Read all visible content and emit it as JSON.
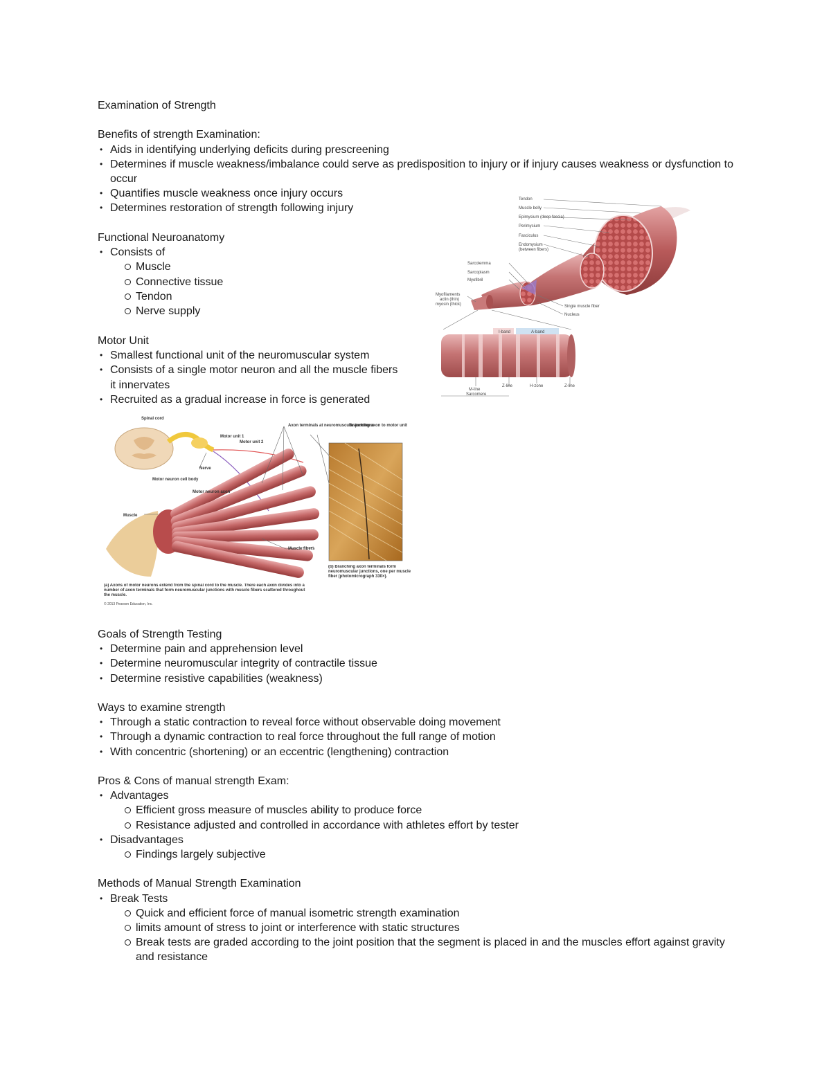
{
  "title": "Examination of Strength",
  "benefits": {
    "heading": "Benefits of strength Examination:",
    "items": [
      "Aids in identifying underlying deficits during prescreening",
      "Determines if muscle weakness/imbalance could serve as predisposition to injury or if injury causes weakness or dysfunction to occur",
      "Quantifies muscle weakness once injury occurs",
      "Determines restoration of strength following injury"
    ]
  },
  "neuroanatomy": {
    "heading": "Functional Neuroanatomy",
    "item": "Consists of",
    "subitems": [
      "Muscle",
      "Connective tissue",
      "Tendon",
      "Nerve supply"
    ]
  },
  "motor_unit": {
    "heading": "Motor Unit",
    "items": [
      "Smallest functional unit of the neuromuscular system",
      "Consists of a single motor neuron and all the muscle fibers it innervates",
      "Recruited as a gradual increase in force is generated"
    ]
  },
  "muscle_figure": {
    "labels": {
      "tendon": "Tendon",
      "muscle_belly": "Muscle belly",
      "epimysium": "Epimysium (deep fascia)",
      "perimysium": "Perimysium",
      "fasciculus": "Fasciculus",
      "endomysium": "Endomysium",
      "endomysium_note": "(between fibers)",
      "sarcolemma": "Sarcolemma",
      "sarcoplasm": "Sarcoplasm",
      "myofibril": "Myofibril",
      "myofilaments": "Myofilaments",
      "actin": "actin (thin)",
      "myosin": "myosin (thick)",
      "single_fiber": "Single muscle fiber",
      "nucleus": "Nucleus",
      "i_band": "I-band",
      "a_band": "A-band",
      "m_line": "M-line",
      "z_line_1": "Z-line",
      "h_zone": "H-zone",
      "z_line_2": "Z-line",
      "sarcomere": "Sarcomere"
    }
  },
  "motor_figure": {
    "labels": {
      "spinal_cord": "Spinal cord",
      "motor_unit_1": "Motor unit 1",
      "motor_unit_2": "Motor unit 2",
      "axon_terminals": "Axon terminals at neuromuscular junctions",
      "branching_axon": "Branching axon to motor unit",
      "nerve": "Nerve",
      "cell_body": "Motor neuron cell body",
      "axon": "Motor neuron axon",
      "muscle": "Muscle",
      "muscle_fibers": "Muscle fibers",
      "caption_a": "(a) Axons of motor neurons extend from the spinal cord to the muscle. There each axon divides into a number of axon terminals that form neuromuscular junctions with muscle fibers scattered throughout the muscle.",
      "caption_b": "(b) Branching axon terminals form neuromuscular junctions, one per muscle fiber (photomicrograph 330×).",
      "copyright": "© 2013 Pearson Education, Inc."
    }
  },
  "goals": {
    "heading": "Goals of Strength Testing",
    "items": [
      "Determine pain and apprehension level",
      "Determine neuromuscular integrity of contractile tissue",
      "Determine resistive capabilities (weakness)"
    ]
  },
  "ways": {
    "heading": "Ways to examine strength",
    "items": [
      "Through a static contraction to reveal force without observable doing movement",
      "Through a dynamic contraction to real force throughout the full range of motion",
      "With concentric (shortening) or an eccentric (lengthening) contraction"
    ]
  },
  "pros_cons": {
    "heading": "Pros & Cons of manual strength Exam:",
    "advantages": "Advantages",
    "advantage_items": [
      "Efficient gross measure of muscles ability to produce force",
      "Resistance adjusted and controlled in accordance with athletes effort by tester"
    ],
    "disadvantages": "Disadvantages",
    "disadvantage_items": [
      "Findings largely subjective"
    ]
  },
  "methods": {
    "heading": "Methods of Manual Strength Examination",
    "item": "Break Tests",
    "subitems": [
      "Quick and efficient force of manual isometric strength examination",
      "limits amount of stress to joint or interference with static structures",
      "Break tests are graded according to the joint position that the segment is placed in and the muscles effort against gravity and resistance"
    ]
  }
}
